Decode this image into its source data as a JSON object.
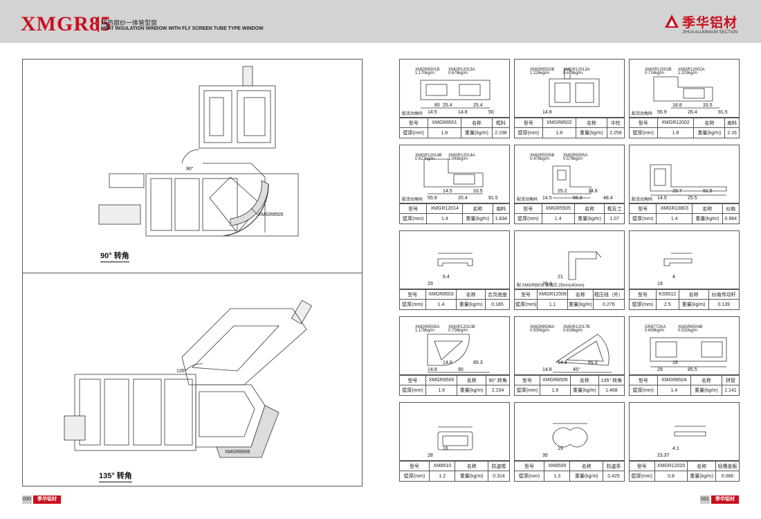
{
  "header": {
    "model": "XMGR85",
    "title_cn": "隔热窗纱一体管型窗",
    "title_en": "HEAT INSULATION WINDOW WITH FLY SCREEN TUBE TYPE WINDOW",
    "brand_name": "季华铝材",
    "brand_sub": "JIHUA ALUMINIUM SECTION"
  },
  "left": {
    "top_caption": "90° 转角",
    "top_angle": "90°",
    "top_part": "XMGR8505",
    "bottom_caption": "135° 转角",
    "bottom_angle": "135°",
    "bottom_part": "XMGR8506"
  },
  "labels": {
    "model": "型号",
    "name": "名称",
    "wall": "壁厚(mm)",
    "weight": "重量(kg/m)"
  },
  "cells": [
    {
      "model": "XMGR8501",
      "name": "框料",
      "wall": "1.8",
      "weight": "2.198",
      "note": "配活动角码",
      "parts": [
        "XMGR8501B",
        "1.170kg/m",
        "XMGR12013A",
        "0.678kg/m"
      ],
      "dims": [
        "14.5",
        "25.4",
        "14.8",
        "25.4",
        "50",
        "85"
      ]
    },
    {
      "model": "XMGR8502",
      "name": "中柱",
      "wall": "1.8",
      "weight": "2.258",
      "note": "",
      "parts": [
        "XMGR8502B",
        "1.226kg/m",
        "XMGR12013A",
        "0.678kg/m"
      ],
      "dims": [
        "14.8"
      ]
    },
    {
      "model": "XMGR12002",
      "name": "扇料",
      "wall": "1.8",
      "weight": "2.16",
      "note": "配活动角码",
      "parts": [
        "XMGR12002B",
        "0.714kg/m",
        "XMGR12002A",
        "1.203kg/m"
      ],
      "dims": [
        "55.9",
        "18.8",
        "26.4",
        "33.5",
        "91.5"
      ]
    },
    {
      "model": "XMGR12014",
      "name": "扇料",
      "wall": "1.4",
      "weight": "1.834",
      "note": "配活动角码",
      "parts": [
        "XMGR12014B",
        "0.617kg/m",
        "XMGR12014A",
        "1.063kg/m"
      ],
      "dims": [
        "55.9",
        "14.5",
        "20.4",
        "33.5",
        "91.5"
      ]
    },
    {
      "model": "XMGR5505",
      "name": "框反工",
      "wall": "1.4",
      "weight": "1.07",
      "note": "配活动角码",
      "parts": [
        "XMGR5505B",
        "0.478kg/m",
        "XMGR5505A",
        "0.578kg/m"
      ],
      "dims": [
        "14.5",
        "25.2",
        "55.9",
        "14.8",
        "48.4"
      ]
    },
    {
      "model": "XMGR10803",
      "name": "纱扇",
      "wall": "1.4",
      "weight": "0.984",
      "note": "配活动角码",
      "parts": [],
      "dims": [
        "14.5",
        "29.7",
        "25.5",
        "91.5"
      ]
    },
    {
      "model": "XMGR8503",
      "name": "合页底座",
      "wall": "1.4",
      "weight": "0.185",
      "note": "",
      "parts": [],
      "dims": [
        "29",
        "6.4"
      ]
    },
    {
      "model": "XMGR12009",
      "name": "框压线（外）",
      "wall": "1.1",
      "weight": "0.276",
      "note": "配:XMGR8501      玻璃位:25mm(40mm)",
      "parts": [],
      "dims": [
        "26.4",
        "21"
      ]
    },
    {
      "model": "KS5012",
      "name": "纱扇传动杆",
      "wall": "2.5",
      "weight": "0.139",
      "note": "",
      "parts": [],
      "dims": [
        "19",
        "4"
      ]
    },
    {
      "model": "XMGR8505",
      "name": "90° 转角",
      "wall": "1.6",
      "weight": "2.154",
      "note": "",
      "parts": [
        "XMGR8505A",
        "1.178kg/m",
        "XMGR12010B",
        "0.756kg/m"
      ],
      "dims": [
        "14.8",
        "14.8",
        "90",
        "85.3"
      ]
    },
    {
      "model": "XMGR8506",
      "name": "135° 转角",
      "wall": "1.6",
      "weight": "1.468",
      "note": "",
      "parts": [
        "XMGR8506A",
        "0.930kg/m",
        "XMGR12017B",
        "0.618kg/m"
      ],
      "dims": [
        "14.8",
        "14.8",
        "45°",
        "85.3"
      ]
    },
    {
      "model": "XMGR8504",
      "name": "拼管",
      "wall": "1.4",
      "weight": "1.141",
      "note": "",
      "parts": [
        "GR8772KA",
        "0.609kg/m",
        "XMGR8504B",
        "0.532kg/m"
      ],
      "dims": [
        "29",
        "16",
        "85.5"
      ]
    },
    {
      "model": "XM8510",
      "name": "防盗框",
      "wall": "1.2",
      "weight": "0.314",
      "note": "",
      "parts": [],
      "dims": [
        "28",
        "16"
      ]
    },
    {
      "model": "XM8509",
      "name": "防盗条",
      "wall": "1.3",
      "weight": "0.425",
      "note": "",
      "parts": [],
      "dims": [
        "35",
        "19"
      ]
    },
    {
      "model": "XMGR12020",
      "name": "轻槽盖板",
      "wall": "0.8",
      "weight": "0.066",
      "note": "",
      "parts": [],
      "dims": [
        "23.37",
        "4.1"
      ]
    }
  ],
  "footer": {
    "left_page": "030",
    "right_page": "031",
    "logo": "季华铝材"
  }
}
